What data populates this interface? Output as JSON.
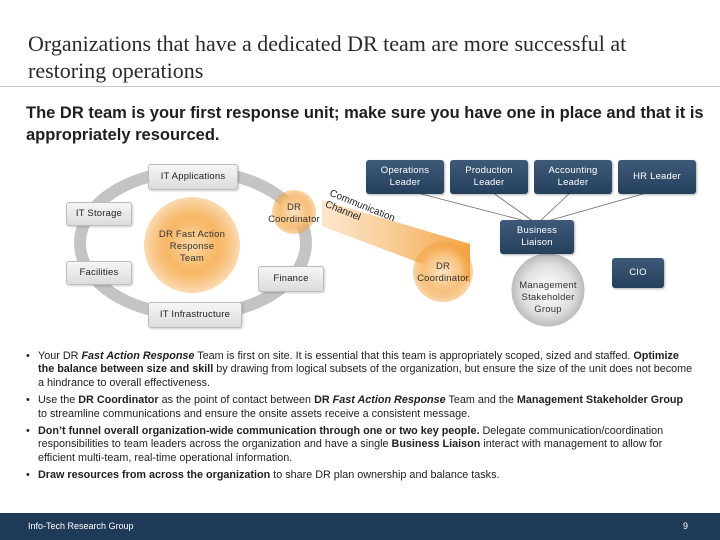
{
  "slide": {
    "title": "Organizations that have a dedicated DR team are more successful at restoring operations",
    "subtitle": "The DR team is your first response unit; make sure you have one in place and that it is appropriately resourced."
  },
  "diagram": {
    "it_applications": "IT Applications",
    "it_storage": "IT Storage",
    "facilities": "Facilities",
    "it_infrastructure": "IT Infrastructure",
    "dr_coordinator_left": "DR Coordinator",
    "finance": "Finance",
    "center_team": "DR Fast Action Response Team",
    "operations_leader": "Operations Leader",
    "production_leader": "Production Leader",
    "accounting_leader": "Accounting Leader",
    "hr_leader": "HR Leader",
    "business_liaison": "Business Liaison",
    "cio": "CIO",
    "management_group": "Management Stakeholder Group",
    "dr_coordinator_right": "DR Coordinator",
    "communication_channel": "Communication Channel"
  },
  "bullets": [
    {
      "parts": [
        {
          "text": "Your ",
          "style": "normal"
        },
        {
          "text": "DR ",
          "style": "normal"
        },
        {
          "text": "Fast Action Response",
          "style": "bolditalic"
        },
        {
          "text": " Team",
          "style": "normal"
        },
        {
          "text": " is first on site. It is essential that this team is appropriately scoped, sized and staffed. ",
          "style": "normal"
        },
        {
          "text": "Optimize the balance between size and skill",
          "style": "bold"
        },
        {
          "text": " by drawing from logical subsets of the organization, but ensure the size of the unit does not become a hindrance to overall effectiveness.",
          "style": "normal"
        }
      ]
    },
    {
      "parts": [
        {
          "text": "Use the ",
          "style": "normal"
        },
        {
          "text": "DR Coordinator",
          "style": "bold"
        },
        {
          "text": " as the point of contact between ",
          "style": "normal"
        },
        {
          "text": "DR ",
          "style": "bold"
        },
        {
          "text": "Fast Action Response",
          "style": "bolditalic"
        },
        {
          "text": " Team",
          "style": "normal"
        },
        {
          "text": " and the ",
          "style": "normal"
        },
        {
          "text": "Management Stakeholder Group",
          "style": "bold"
        },
        {
          "text": " to streamline communications and ensure the onsite assets receive a consistent message.",
          "style": "normal"
        }
      ]
    },
    {
      "parts": [
        {
          "text": "Don’t funnel overall organization-wide communication through one or two key people.",
          "style": "bold"
        },
        {
          "text": " Delegate communication/coordination responsibilities to team leaders across the organization and have a single ",
          "style": "normal"
        },
        {
          "text": "Business Liaison",
          "style": "bold"
        },
        {
          "text": " interact with management to allow for efficient multi-team, real-time operational information.",
          "style": "normal"
        }
      ]
    },
    {
      "parts": [
        {
          "text": "Draw resources from across the organization",
          "style": "bold"
        },
        {
          "text": " to share DR plan ownership and balance tasks.",
          "style": "normal"
        }
      ]
    }
  ],
  "footer": {
    "organization": "Info-Tech Research Group",
    "page_number": "9"
  },
  "colors": {
    "navy": "#25405c",
    "orange": "#f29a2e",
    "ring_gray": "#b9b9b9",
    "footer": "#1f3a57"
  }
}
